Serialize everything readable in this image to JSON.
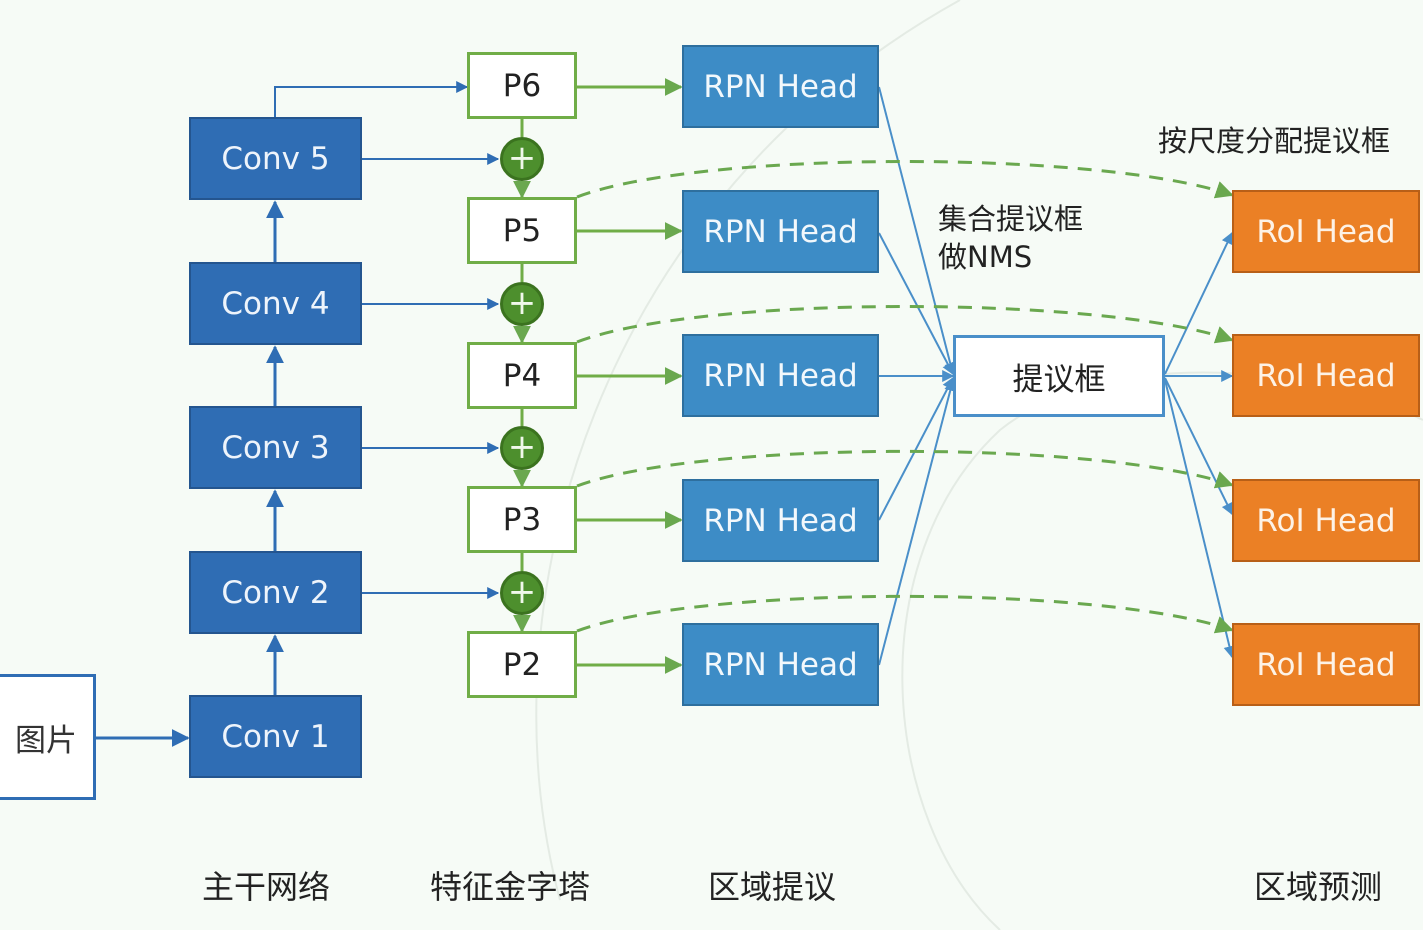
{
  "diagram": {
    "input": {
      "label": "图片"
    },
    "backbone": {
      "caption": "主干网络",
      "stages": [
        {
          "id": "conv1",
          "label": "Conv 1"
        },
        {
          "id": "conv2",
          "label": "Conv 2"
        },
        {
          "id": "conv3",
          "label": "Conv 3"
        },
        {
          "id": "conv4",
          "label": "Conv 4"
        },
        {
          "id": "conv5",
          "label": "Conv 5"
        }
      ]
    },
    "pyramid": {
      "caption": "特征金字塔",
      "levels": [
        {
          "id": "p6",
          "label": "P6"
        },
        {
          "id": "p5",
          "label": "P5"
        },
        {
          "id": "p4",
          "label": "P4"
        },
        {
          "id": "p3",
          "label": "P3"
        },
        {
          "id": "p2",
          "label": "P2"
        }
      ],
      "merge_symbol": "+"
    },
    "region_proposal": {
      "caption": "区域提议",
      "heads": [
        {
          "label": "RPN Head"
        },
        {
          "label": "RPN Head"
        },
        {
          "label": "RPN Head"
        },
        {
          "label": "RPN Head"
        },
        {
          "label": "RPN Head"
        }
      ],
      "aggregate_note_line1": "集合提议框",
      "aggregate_note_line2": "做NMS",
      "proposals_label": "提议框"
    },
    "region_prediction": {
      "caption": "区域预测",
      "assign_note": "按尺度分配提议框",
      "heads": [
        {
          "label": "RoI Head"
        },
        {
          "label": "RoI Head"
        },
        {
          "label": "RoI Head"
        },
        {
          "label": "RoI Head"
        }
      ]
    },
    "colors": {
      "backbone_blue": "#2f6db4",
      "pyramid_green": "#70ad47",
      "merge_green": "#4d8f2d",
      "rpn_blue": "#3d8cc6",
      "roi_orange": "#eb8025",
      "arrow_blue": "#4a8fc9",
      "dashed_green": "#6aa84f"
    }
  }
}
